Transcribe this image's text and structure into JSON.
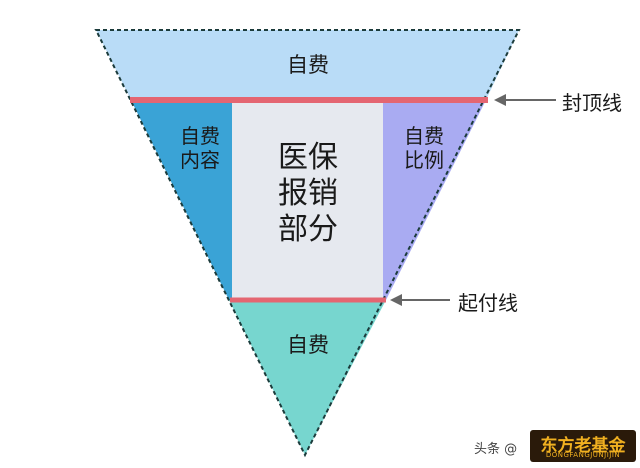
{
  "diagram": {
    "top_zone_label": "自费",
    "bottom_zone_label": "自费",
    "left_label_line1": "自费",
    "left_label_line2": "内容",
    "right_label_line1": "自费",
    "right_label_line2": "比例",
    "center_line1": "医保",
    "center_line2": "报销",
    "center_line3": "部分",
    "ceiling_line_label": "封顶线",
    "deductible_line_label": "起付线"
  },
  "colors": {
    "top_band": "#b9dcf7",
    "left_wedge": "#3aa3d6",
    "center_box": "#e6e9ef",
    "right_wedge": "#a9abf2",
    "bottom_tip": "#77d6cf",
    "threshold_line": "#e46672",
    "arrow": "#666666"
  },
  "watermark": {
    "prefix": "头条 @",
    "logo_text": "东方老基金",
    "logo_subtext": "DONGFANGJUNJIJIN"
  }
}
